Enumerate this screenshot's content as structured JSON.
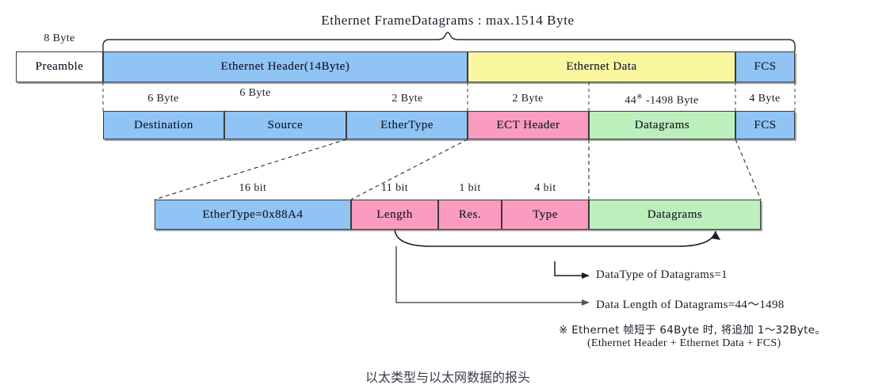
{
  "title": "Ethernet FrameDatagrams : max.1514 Byte",
  "caption": "以太类型与以太网数据的报头",
  "row1": {
    "preamble_size": "8 Byte",
    "cells": [
      {
        "label": "Preamble",
        "color": "white"
      },
      {
        "label": "Ethernet Header(14Byte)",
        "color": "blue"
      },
      {
        "label": "Ethernet Data",
        "color": "yellow"
      },
      {
        "label": "FCS",
        "color": "blue"
      }
    ]
  },
  "row2": {
    "sizes": [
      "6 Byte",
      "6 Byte",
      "2 Byte",
      "2 Byte",
      "44※ -1498 Byte",
      "4 Byte"
    ],
    "size_plain": [
      "6 Byte",
      "6 Byte",
      "2 Byte",
      "2 Byte",
      "44",
      "-1498 Byte",
      "4 Byte"
    ],
    "cells": [
      {
        "label": "Destination",
        "color": "blue"
      },
      {
        "label": "Source",
        "color": "blue"
      },
      {
        "label": "EtherType",
        "color": "blue"
      },
      {
        "label": "ECT Header",
        "color": "pink"
      },
      {
        "label": "Datagrams",
        "color": "green"
      },
      {
        "label": "FCS",
        "color": "blue"
      }
    ]
  },
  "row3": {
    "sizes": [
      "16 bit",
      "11 bit",
      "1 bit",
      "4 bit"
    ],
    "cells": [
      {
        "label": "EtherType=0x88A4",
        "color": "blue"
      },
      {
        "label": "Length",
        "color": "pink"
      },
      {
        "label": "Res.",
        "color": "pink"
      },
      {
        "label": "Type",
        "color": "pink"
      },
      {
        "label": "Datagrams",
        "color": "green"
      }
    ]
  },
  "annotations": {
    "datatype": "DataType of Datagrams=1",
    "datalength": "Data Length of Datagrams=44～1498",
    "footnote_mark": "※",
    "footnote_line1": "Ethernet 帧短于 64Byte 时, 将追加 1～32Byte。",
    "footnote_line2": "(Ethernet Header + Ethernet Data + FCS)"
  },
  "colors": {
    "blue": "#8FC4F5",
    "yellow": "#FBF7A0",
    "pink": "#FA9CC0",
    "green": "#BDEFBD",
    "stroke": "#3a3a3a",
    "text": "#1b1b2b"
  }
}
